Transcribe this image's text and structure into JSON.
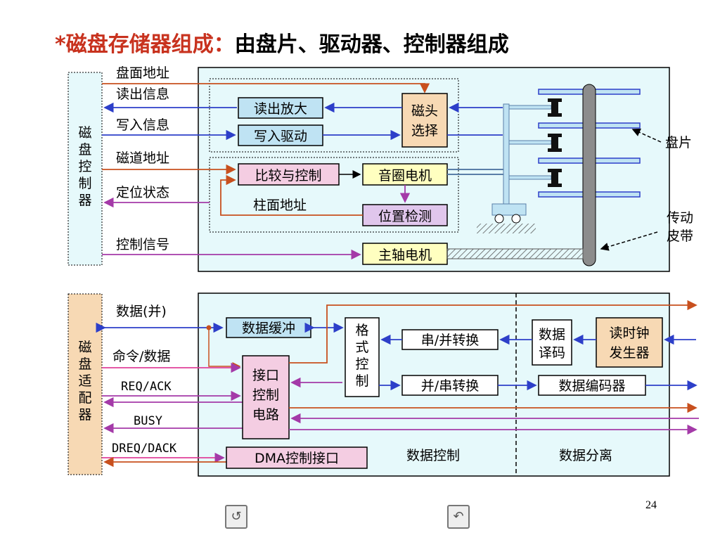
{
  "title": {
    "star": "*磁盘存储器组成：",
    "rest": "由盘片、驱动器、控制器组成"
  },
  "top": {
    "controller": "磁盘控制器",
    "signals": [
      "盘面地址",
      "读出信息",
      "写入信息",
      "磁道地址",
      "定位状态",
      "控制信号"
    ],
    "blocks": {
      "read_amp": "读出放大",
      "write_drive": "写入驱动",
      "head_select": "磁头选择",
      "compare_control": "比较与控制",
      "voice_coil": "音圈电机",
      "position_detect": "位置检测",
      "spindle_motor": "主轴电机"
    },
    "cylinder_addr": "柱面地址",
    "platter": "盘片",
    "belt": "传动皮带"
  },
  "bottom": {
    "adapter": "磁盘适配器",
    "signals": [
      "数据(并)",
      "命令/数据",
      "REQ/ACK",
      "BUSY",
      "DREQ/DACK"
    ],
    "blocks": {
      "data_buffer": "数据缓冲",
      "format_control": "格式控制",
      "interface_control": "接口控制电路",
      "dma_interface": "DMA控制接口",
      "serial_parallel": "串/并转换",
      "parallel_serial": "并/串转换",
      "data_decode": "数据译码",
      "read_clock": "读时钟发生器",
      "data_encoder": "数据编码器"
    },
    "data_control": "数据控制",
    "data_separation": "数据分离"
  },
  "page_number": "24",
  "colors": {
    "panel": "#e6f9fb",
    "box": "#bfe3f3",
    "yellow": "#ffffc0",
    "lavender": "#e0c6ec",
    "pink": "#f4cde2",
    "tan": "#f7d9b4",
    "blue_line": "#2d3fc9",
    "orange_line": "#c8501e",
    "purple_line": "#a43aa8"
  },
  "nav_icons": [
    "return-up-icon",
    "return-back-icon"
  ]
}
